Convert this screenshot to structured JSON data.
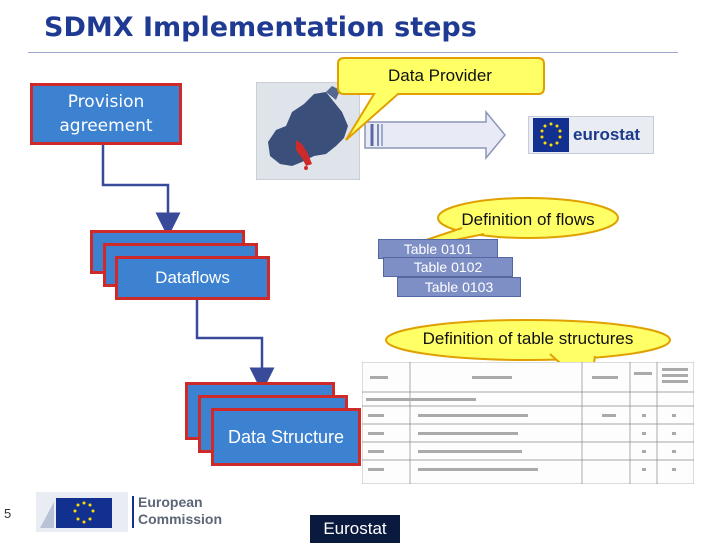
{
  "title": "SDMX Implementation steps",
  "callouts": {
    "data_provider": "Data Provider",
    "definition_of_flows": "Definition of flows",
    "definition_of_table_structures": "Definition of table structures"
  },
  "boxes": {
    "provision_agreement": "Provision agreement",
    "dataflows": "Dataflows",
    "data_structure": "Data Structure"
  },
  "tables": [
    "Table 0101",
    "Table 0102",
    "Table 0103"
  ],
  "logos": {
    "eurostat": "eurostat",
    "european_commission_line1": "European",
    "european_commission_line2": "Commission"
  },
  "footer": {
    "page_number": "5",
    "org": "Eurostat"
  },
  "colors": {
    "box_fill": "#3d82d1",
    "box_border": "#cf2a2a",
    "callout_fill": "#ffff66",
    "arrow_line": "#3a4a9a",
    "title": "#1f3a93"
  }
}
